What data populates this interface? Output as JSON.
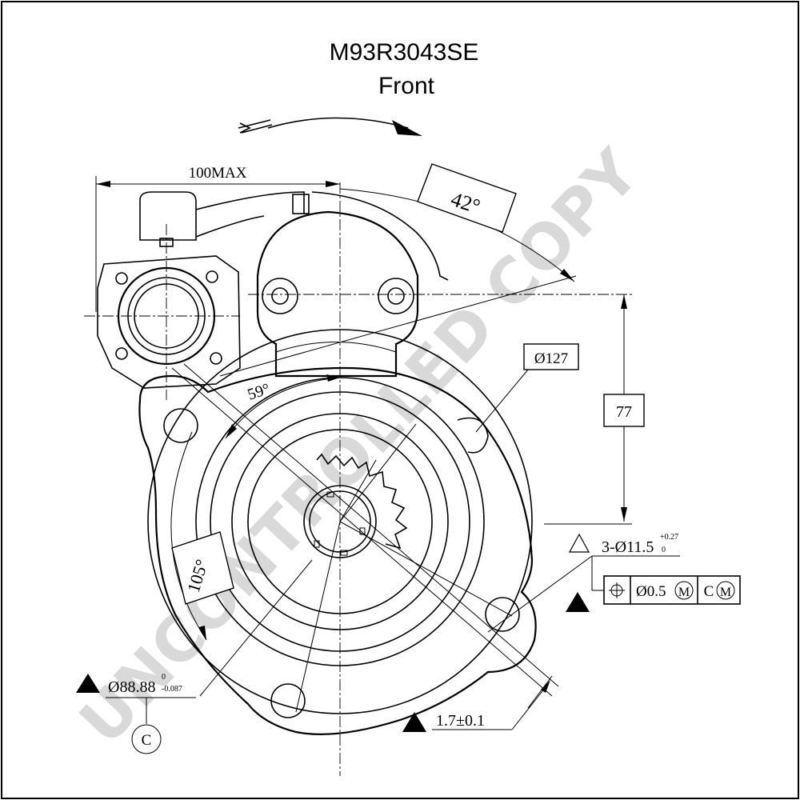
{
  "drawing": {
    "part_number": "M93R3043SE",
    "view": "Front",
    "watermark": "UNCONTROLLED COPY"
  },
  "dimensions": {
    "width_max": "100MAX",
    "angle_top": "42°",
    "diameter_127": "Ø127",
    "height_77": "77",
    "angle_59": "59°",
    "angle_105": "105°",
    "holes_main": "3-Ø11.5",
    "holes_tol_upper": "+0.27",
    "holes_tol_lower": "0",
    "position_tol": "Ø0.5",
    "mmc_symbol": "M",
    "datum_ref": "C",
    "pilot_main": "Ø88.88",
    "pilot_tol_upper": "0",
    "pilot_tol_lower": "-0.087",
    "flatness": "1.7±0.1",
    "datum_label": "C"
  }
}
